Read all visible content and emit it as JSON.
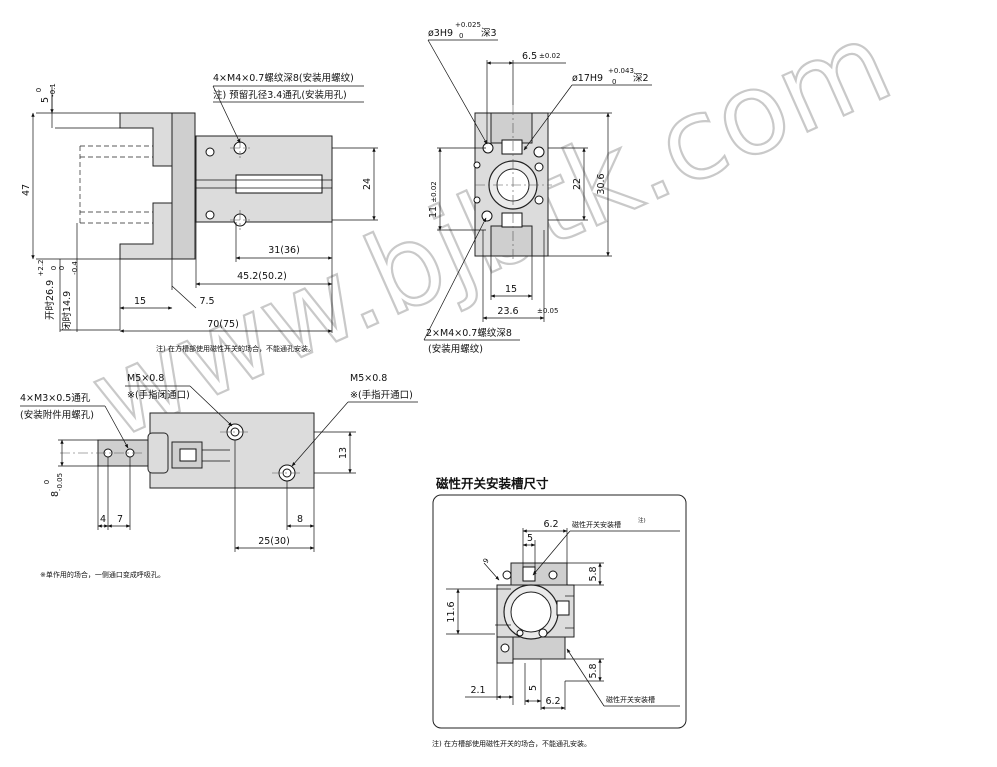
{
  "watermark": "www.bjbtk.com",
  "view_top_left": {
    "callout_thread": "4×M4×0.7螺纹深8(安装用螺纹)",
    "callout_note": "注) 预留孔径3.4通孔(安装用孔)",
    "dim_47": "47",
    "dim_5": "5",
    "tol_5_upper": "0",
    "tol_5_lower": "-0.1",
    "dim_24": "24",
    "dim_31": "31(36)",
    "dim_45": "45.2(50.2)",
    "dim_15": "15",
    "dim_7_5": "7.5",
    "dim_70": "70(75)",
    "open_label": "开时26.9",
    "open_tol_upper": "+2.2",
    "open_tol_lower": "0",
    "closed_label": "闭时14.9",
    "closed_tol_upper": "0",
    "closed_tol_lower": "-0.4",
    "footnote": "注) 在方槽部使用磁性开关的场合，不能通孔安装。"
  },
  "view_top_right": {
    "callout_pin": "ø3H9",
    "callout_pin_tol_upper": "+0.025",
    "callout_pin_tol_lower": "0",
    "callout_pin_depth": "深3",
    "dim_6_5": "6.5",
    "dim_6_5_tol": "±0.02",
    "callout_bore": "ø17H9",
    "callout_bore_tol_upper": "+0.043",
    "callout_bore_tol_lower": "0",
    "callout_bore_depth": "深2",
    "dim_11": "11",
    "dim_11_tol": "±0.02",
    "dim_22": "22",
    "dim_30_6": "30.6",
    "dim_15": "15",
    "dim_23_6": "23.6",
    "dim_23_6_tol": "±0.05",
    "callout_thread": "2×M4×0.7螺纹深8",
    "callout_thread_note": "(安装用螺纹)"
  },
  "view_bottom_left": {
    "callout_m3": "4×M3×0.5通孔",
    "callout_m3_note": "(安装附件用螺孔)",
    "port_close": "M5×0.8",
    "port_close_note": "※(手指闭通口)",
    "port_open": "M5×0.8",
    "port_open_note": "※(手指开通口)",
    "dim_8": "8",
    "dim_8_tol_upper": "0",
    "dim_8_tol_lower": "-0.05",
    "dim_4": "4",
    "dim_7": "7",
    "dim_13": "13",
    "dim_8_right": "8",
    "dim_25": "25(30)",
    "footnote": "※单作用的场合，一侧通口变成呼吸孔。"
  },
  "switch_section": {
    "title": "磁性开关安装槽尺寸",
    "dim_6_2_top": "6.2",
    "dim_5_top": "5",
    "dim_5_8_top": "5.8",
    "dim_11_6": "11.6",
    "dim_2_1": "2.1",
    "dim_5_bottom": "5",
    "dim_6_2_bottom": "6.2",
    "dim_5_8_bottom": "5.8",
    "dim_9": "9",
    "groove_label_top": "磁性开关安装槽",
    "groove_label_top_sup": "注)",
    "groove_label_bottom": "磁性开关安装槽",
    "footnote": "注) 在方槽部使用磁性开关的场合，不能通孔安装。"
  }
}
